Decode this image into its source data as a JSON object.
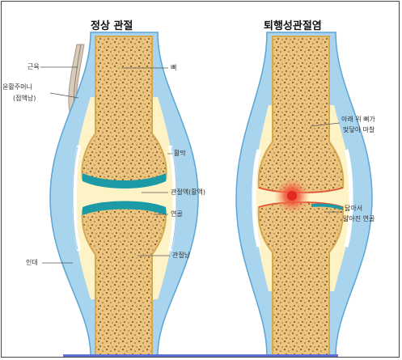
{
  "titles": {
    "normal": "정상 관절",
    "degenerative": "퇴행성관절염"
  },
  "normal_labels": {
    "muscle": "근육",
    "bursa_line1": "윤활주머니",
    "bursa_line2": "(점액낭)",
    "bone": "뼈",
    "synovium": "활막",
    "synovial_fluid": "관절액(활액)",
    "cartilage": "연골",
    "ligament": "인대",
    "capsule": "관절낭"
  },
  "degenerative_labels": {
    "bone_contact_line1": "아래 위 뼈가",
    "bone_contact_line2": "맞닿아 마찰",
    "worn_line1": "닳아서",
    "worn_line2": "얇아진 연골"
  },
  "colors": {
    "capsule_blue": "#a9d4ee",
    "capsule_outline": "#5aa6d6",
    "fluid": "#fdf3c6",
    "bone": "#e9c37a",
    "bone_spots": "#8a5a2a",
    "cartilage": "#1c9aa6",
    "inflammation": "#e8302a",
    "muscle": "#c8b8a6"
  }
}
